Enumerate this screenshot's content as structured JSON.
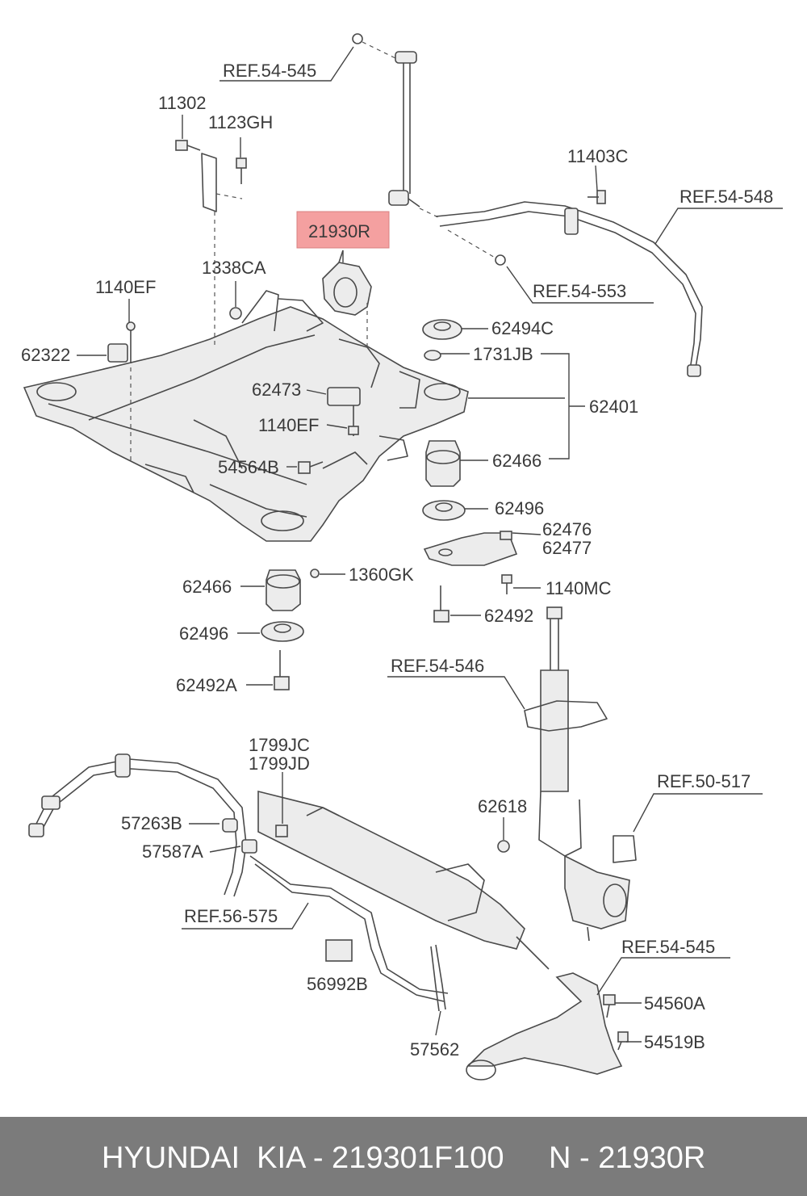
{
  "labels": {
    "ref_54_545_top": "REF.54-545",
    "p11302": "11302",
    "p1123GH": "1123GH",
    "p11403C": "11403C",
    "ref_54_548": "REF.54-548",
    "p21930R": "21930R",
    "ref_54_553": "REF.54-553",
    "p1338CA": "1338CA",
    "p1140EF_a": "1140EF",
    "p62494C": "62494C",
    "p62322": "62322",
    "p1731JB": "1731JB",
    "p62473": "62473",
    "p62401": "62401",
    "p1140EF_b": "1140EF",
    "p54564B": "54564B",
    "p62466_r": "62466",
    "p62496_r": "62496",
    "p62476": "62476",
    "p62477": "62477",
    "p62466_l": "62466",
    "p1360GK": "1360GK",
    "p1140MC": "1140MC",
    "p62492": "62492",
    "p62496_l": "62496",
    "ref_54_546": "REF.54-546",
    "p62492A": "62492A",
    "p1799JC": "1799JC",
    "p1799JD": "1799JD",
    "ref_50_517": "REF.50-517",
    "p62618": "62618",
    "p57263B": "57263B",
    "p57587A": "57587A",
    "ref_56_575": "REF.56-575",
    "ref_54_545_bottom": "REF.54-545",
    "p56992B": "56992B",
    "p54560A": "54560A",
    "p54519B": "54519B",
    "p57562": "57562"
  },
  "highlight_color": "#f4a0a0",
  "footer": {
    "brand": "HYUNDAI  KIA - 219301F100",
    "ref": "N - 21930R"
  }
}
